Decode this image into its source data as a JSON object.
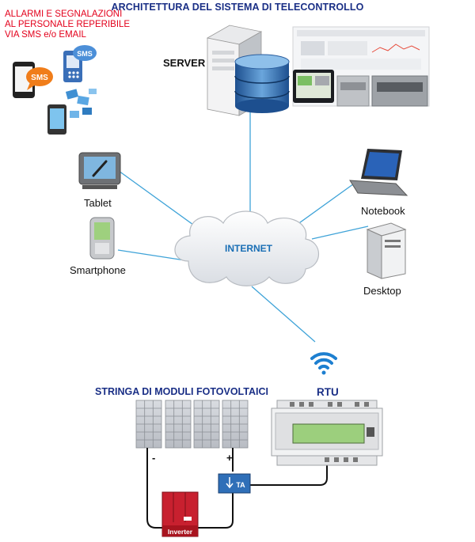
{
  "title": "ARCHITETTURA DEL SISTEMA DI TELECONTROLLO",
  "alarm_text": "ALLARMI E SEGNALAZIONI\nAL PERSONALE REPERIBILE\nVIA SMS e/o EMAIL",
  "sms_badge_1": "SMS",
  "sms_badge_2": "SMS",
  "server_label": "SERVER",
  "internet_label": "INTERNET",
  "tablet_label": "Tablet",
  "smartphone_label": "Smartphone",
  "notebook_label": "Notebook",
  "desktop_label": "Desktop",
  "string_label": "STRINGA DI MODULI FOTOVOLTAICI",
  "rtu_label": "RTU",
  "minus_label": "-",
  "plus_label": "+",
  "ta_label": "TA",
  "inverter_label": "Inverter",
  "colors": {
    "title": "#1a2f86",
    "alarm": "#e3001b",
    "link": "#3fa3d8",
    "inverter": "#c8202f",
    "ta": "#2f6fb8"
  }
}
